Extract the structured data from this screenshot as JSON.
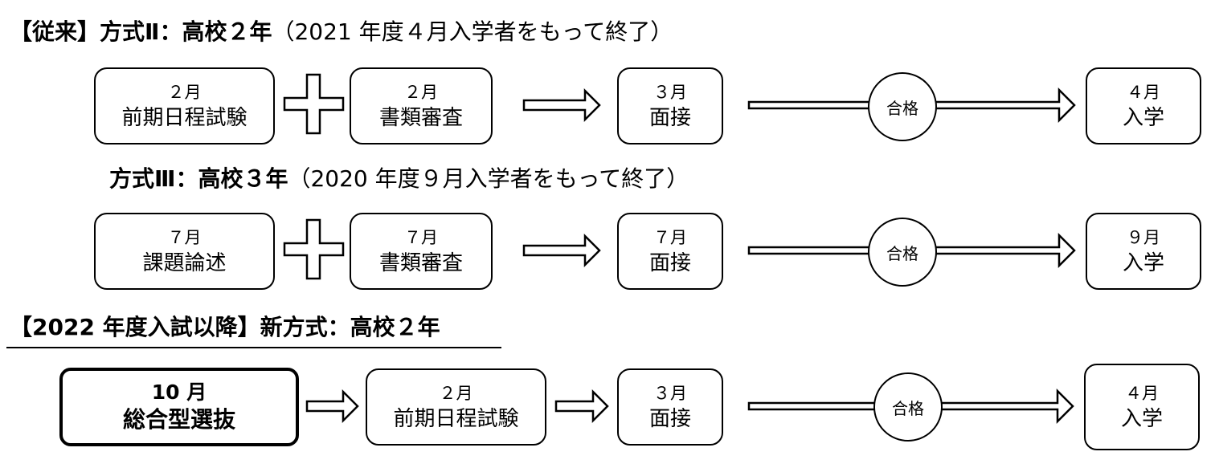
{
  "headings": {
    "old": {
      "bold": "【従来】方式Ⅱ：高校２年",
      "note": "（2021 年度４月入学者をもって終了）"
    },
    "method3": {
      "bold": "方式Ⅲ：高校３年",
      "note": "（2020 年度９月入学者をもって終了）"
    },
    "new": {
      "bold": "【2022 年度入試以降】新方式：高校２年"
    }
  },
  "flows": {
    "row1": {
      "b1": {
        "month": "２月",
        "label": "前期日程試験"
      },
      "b2": {
        "month": "２月",
        "label": "書類審査"
      },
      "b3": {
        "month": "３月",
        "label": "面接"
      },
      "pass": "合格",
      "b4": {
        "month": "４月",
        "label": "入学"
      }
    },
    "row2": {
      "b1": {
        "month": "７月",
        "label": "課題論述"
      },
      "b2": {
        "month": "７月",
        "label": "書類審査"
      },
      "b3": {
        "month": "７月",
        "label": "面接"
      },
      "pass": "合格",
      "b4": {
        "month": "９月",
        "label": "入学"
      }
    },
    "row3": {
      "b1": {
        "month": "10 月",
        "label": "総合型選抜"
      },
      "b2": {
        "month": "２月",
        "label": "前期日程試験"
      },
      "b3": {
        "month": "３月",
        "label": "面接"
      },
      "pass": "合格",
      "b4": {
        "month": "４月",
        "label": "入学"
      }
    }
  }
}
